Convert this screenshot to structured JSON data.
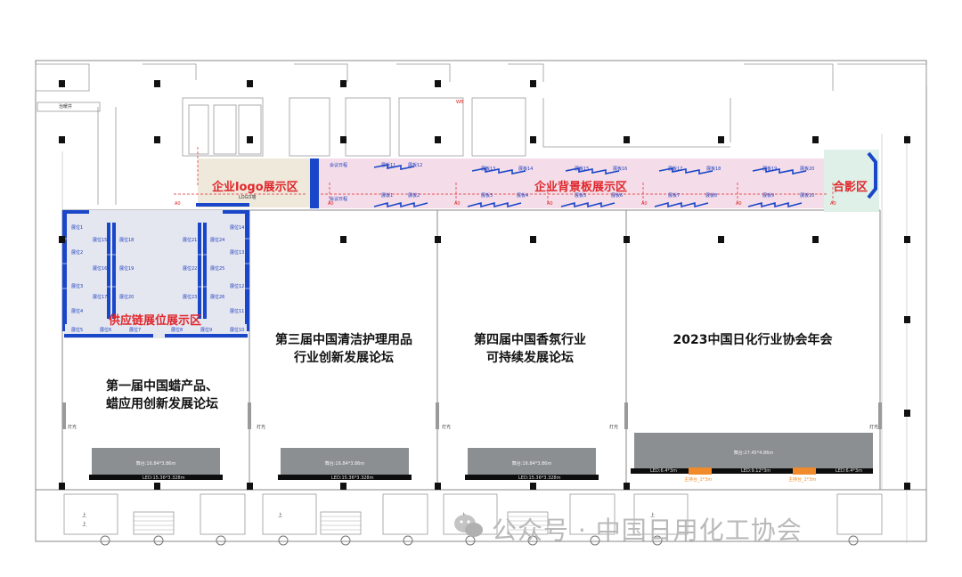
{
  "zones": {
    "logo_area": "企业logo展示区",
    "logo_wall": "LOGO墙",
    "backboard_area": "企业背景板展示区",
    "photo_area": "合影区",
    "supply_chain_area": "供应链展位展示区"
  },
  "halls": [
    {
      "line1": "第一届中国蜡产品、",
      "line2": "蜡应用创新发展论坛"
    },
    {
      "line1": "第三届中国清洁护理用品",
      "line2": "行业创新发展论坛"
    },
    {
      "line1": "第四届中国香氛行业",
      "line2": "可持续发展论坛"
    },
    {
      "line1": "2023中国日化行业协会年会",
      "line2": ""
    }
  ],
  "stages": [
    {
      "label": "舞台:16.84*3.86m",
      "led": "LED:15.36*3.328m"
    },
    {
      "label": "舞台:16.84*3.86m",
      "led": "LED:15.36*3.328m"
    },
    {
      "label": "舞台:16.84*3.86m",
      "led": "LED:15.36*3.328m"
    },
    {
      "label": "舞台:27.45*4.86m",
      "led": ""
    }
  ],
  "annual_led": {
    "left": "LED:6.4*3m",
    "center": "LED:9.12*3m",
    "right": "LED:6.4*3m",
    "host_left": "主持台_1*3m",
    "host_right": "主持台_1*3m"
  },
  "booths_top_row": [
    "会议日程",
    "展板11",
    "展板12",
    "展板13",
    "展板14",
    "展板15",
    "展板16",
    "展板17",
    "展板18",
    "展板19",
    "展板20"
  ],
  "booths_mid_row": [
    "会议日程",
    "展板1",
    "展板2",
    "展板3",
    "展板4",
    "展板5",
    "展板6",
    "展板7",
    "展板8",
    "展板9",
    "展板10"
  ],
  "supply_left_col": [
    "展位1",
    "展位2",
    "展位3",
    "展位4"
  ],
  "supply_col2": [
    "展位15",
    "展位16",
    "展位17"
  ],
  "supply_col3": [
    "展位18",
    "展位19",
    "展位20"
  ],
  "supply_col4": [
    "展位21",
    "展位22",
    "展位23"
  ],
  "supply_col5": [
    "展位24",
    "展位25",
    "展位26"
  ],
  "supply_right_col": [
    "展位14",
    "展位13",
    "展位12",
    "展位11"
  ],
  "supply_bottom": [
    "展位5",
    "展位6",
    "展位7",
    "展位8",
    "展位9",
    "展位10"
  ],
  "misc": {
    "shaft": "治暖井",
    "ab": "A0",
    "light": "灯光",
    "stair_up": "上",
    "stair_up2": "上",
    "room_tag": "WB"
  },
  "watermark": "公众号 · 中国日用化工协会",
  "colors": {
    "booth_blue": "#1a47c9",
    "red_label": "#e0262b",
    "stage_grey": "#8c8f91",
    "logo_zone_fill": "#efe9dc",
    "backboard_fill": "#f4dde8",
    "supply_fill": "#e4e6f0",
    "photo_fill": "#dff0e8",
    "host_orange": "#f08a2a"
  }
}
